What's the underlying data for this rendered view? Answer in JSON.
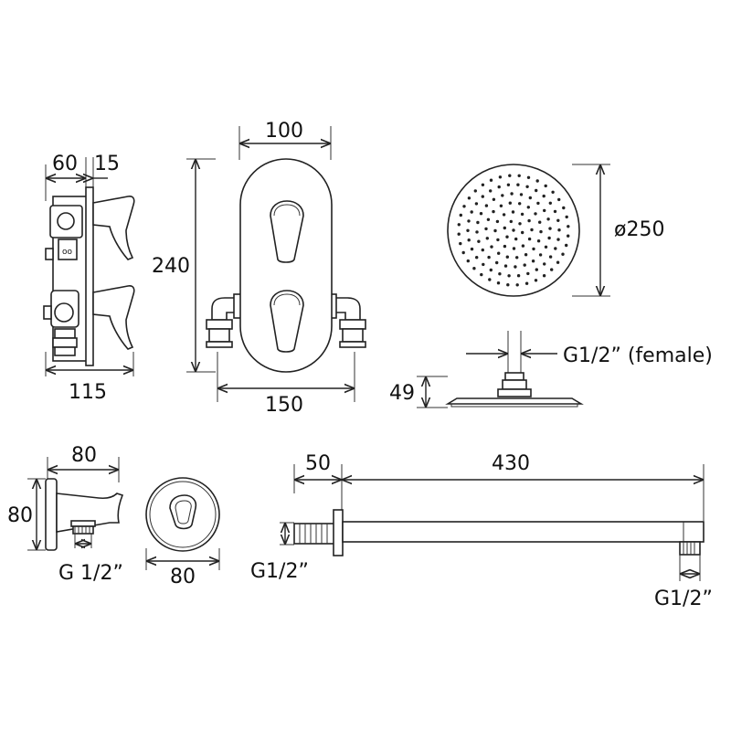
{
  "valve_side": {
    "depth_label": "60",
    "plate_label": "15",
    "width_label": "115"
  },
  "valve_front": {
    "width_label": "100",
    "height_label": "240",
    "pipe_width_label": "150"
  },
  "shower_head": {
    "diameter_label": "ø250",
    "inlet_label": "G1/2” (female)",
    "height_label": "49"
  },
  "wall_outlet": {
    "width_label": "80",
    "height_label": "80",
    "thread_label": "G 1/2”",
    "front_width_label": "80"
  },
  "shower_arm": {
    "wall_label": "50",
    "length_label": "430",
    "wall_thread_label": "G1/2”",
    "outlet_thread_label": "G1/2”"
  }
}
